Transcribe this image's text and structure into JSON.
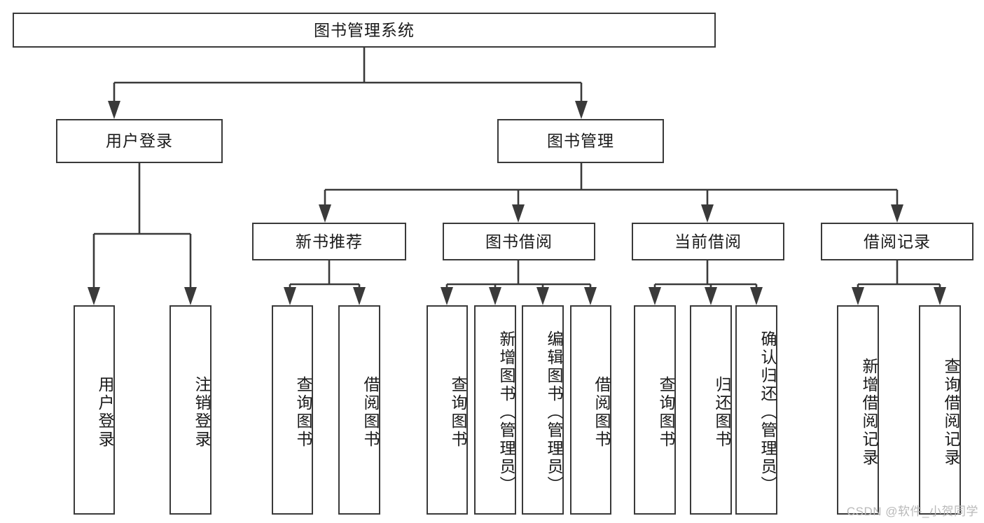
{
  "diagram": {
    "title": "图书管理系统",
    "type": "tree-hierarchy-diagram",
    "watermark": "CSDN @软件_小贺同学",
    "root": {
      "label": "图书管理系统"
    },
    "level2": [
      {
        "label": "用户登录"
      },
      {
        "label": "图书管理"
      }
    ],
    "level3": [
      {
        "label": "新书推荐"
      },
      {
        "label": "图书借阅"
      },
      {
        "label": "当前借阅"
      },
      {
        "label": "借阅记录"
      }
    ],
    "leaves": {
      "user_login": [
        {
          "label": "用户登录"
        },
        {
          "label": "注销登录"
        }
      ],
      "new_book_recommend": [
        {
          "label": "查询图书"
        },
        {
          "label": "借阅图书"
        }
      ],
      "book_borrow": [
        {
          "label": "查询图书"
        },
        {
          "label": "新增图书（管理员）"
        },
        {
          "label": "编辑图书（管理员）"
        },
        {
          "label": "借阅图书"
        }
      ],
      "current_borrow": [
        {
          "label": "查询图书"
        },
        {
          "label": "归还图书"
        },
        {
          "label": "确认归还（管理员）"
        }
      ],
      "borrow_record": [
        {
          "label": "新增借阅记录"
        },
        {
          "label": "查询借阅记录"
        }
      ]
    },
    "colors": {
      "stroke": "#3a3a3a",
      "background": "#ffffff",
      "text": "#1a1a1a",
      "watermark": "#b9b9b9"
    }
  }
}
